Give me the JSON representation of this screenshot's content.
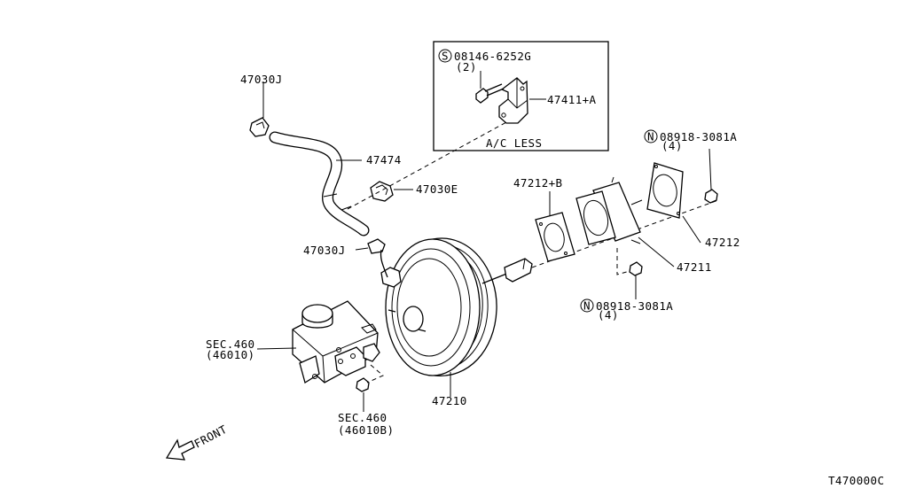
{
  "labels": {
    "hose_clamp_upper": "47030J",
    "vacuum_hose": "47474",
    "hose_clamp_mid": "47030E",
    "hose_clamp_lower": "47030J",
    "bolt_part": "08146-6252G",
    "bolt_qty": "(2)",
    "bracket": "47411+A",
    "ac_less": "A/C LESS",
    "nut_upper_part": "08918-3081A",
    "nut_upper_qty": "(4)",
    "gasket_b": "47212+B",
    "gasket": "47212",
    "spacer": "47211",
    "nut_lower_part": "08918-3081A",
    "nut_lower_qty": "(4)",
    "master_cyl_sec": "SEC.460",
    "master_cyl_ref": "(46010)",
    "booster": "47210",
    "nut_sec": "SEC.460",
    "nut_sec_ref": "(46010B)",
    "front": "FRONT",
    "bolt_symbol": "S",
    "nut_symbol_upper": "N",
    "nut_symbol_lower": "N",
    "diagram_code": "T470000C"
  }
}
